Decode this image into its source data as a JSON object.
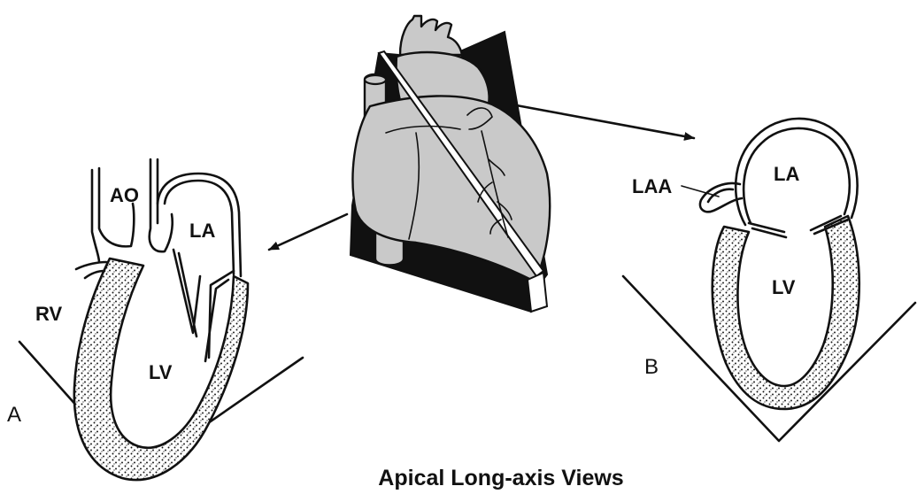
{
  "caption": "Apical Long-axis Views",
  "panel_a": {
    "letter": "A",
    "labels": {
      "ao": "AO",
      "la": "LA",
      "rv": "RV",
      "lv": "LV"
    }
  },
  "panel_b": {
    "letter": "B",
    "labels": {
      "laa": "LAA",
      "la": "LA",
      "lv": "LV"
    }
  },
  "colors": {
    "ink": "#111111",
    "heart_fill": "#c9c9c9",
    "background": "#ffffff"
  }
}
